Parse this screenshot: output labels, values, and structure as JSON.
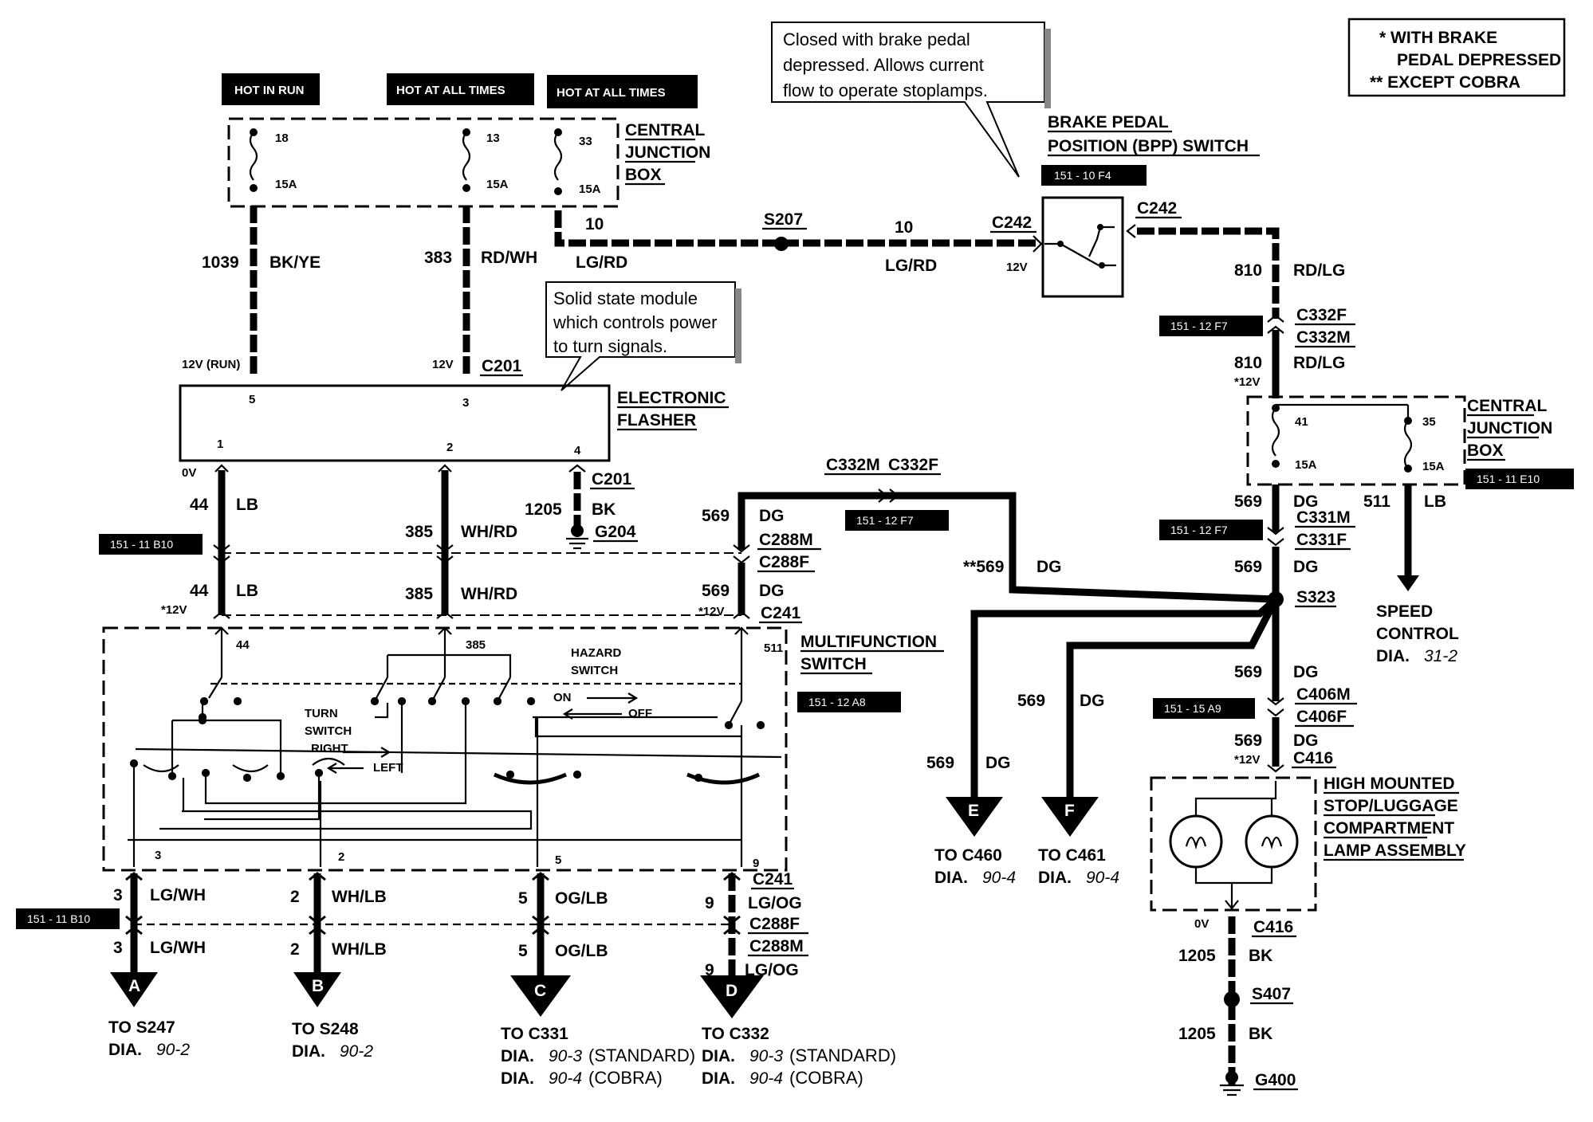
{
  "power_labels": {
    "hot_in_run": "HOT IN RUN",
    "hot_at_all_times_1": "HOT AT ALL TIMES",
    "hot_at_all_times_2": "HOT AT ALL TIMES"
  },
  "legend": {
    "line1": "*  WITH BRAKE",
    "line2": "PEDAL DEPRESSED",
    "line3": "**  EXCEPT COBRA"
  },
  "callouts": {
    "brake": [
      "Closed with brake pedal",
      "depressed. Allows current",
      "flow to operate stoplamps."
    ],
    "flasher": [
      "Solid state module",
      "which controls power",
      "to turn signals."
    ]
  },
  "components": {
    "cjb_top": [
      "CENTRAL",
      "JUNCTION",
      "BOX"
    ],
    "bpp": [
      "BRAKE PEDAL",
      "POSITION (BPP) SWITCH"
    ],
    "flasher": [
      "ELECTRONIC",
      "FLASHER"
    ],
    "multifunction": [
      "MULTIFUNCTION",
      "SWITCH"
    ],
    "cjb_right": [
      "CENTRAL",
      "JUNCTION",
      "BOX"
    ],
    "hmsl": [
      "HIGH  MOUNTED",
      "STOP/LUGGAGE",
      "COMPARTMENT",
      "LAMP ASSEMBLY"
    ],
    "hazard": [
      "HAZARD",
      "SWITCH"
    ],
    "turn": [
      "TURN",
      "SWITCH",
      "RIGHT",
      "LEFT"
    ],
    "on": "ON",
    "off": "OFF"
  },
  "fuses": [
    {
      "num": "18",
      "amp": "15A"
    },
    {
      "num": "13",
      "amp": "15A"
    },
    {
      "num": "33",
      "amp": "15A"
    },
    {
      "num": "41",
      "amp": "15A"
    },
    {
      "num": "35",
      "amp": "15A"
    }
  ],
  "ref_tags": [
    "151 - 10  F4",
    "151 - 12  F7",
    "151 - 11  B10",
    "151 - 12  F7",
    "151 - 11  E10",
    "151 - 12  F7",
    "151 - 12  A8",
    "151 - 15  A9",
    "151 - 11  B10"
  ],
  "circuits": {
    "c1039": "1039",
    "bkye": "BK/YE",
    "c383": "383",
    "rdwh": "RD/WH",
    "c10a": "10",
    "lgrd_a": "LG/RD",
    "s207": "S207",
    "c10b": "10",
    "lgrd_b": "LG/RD",
    "c242a": "C242",
    "v12_bpp": "12V",
    "c242b": "C242",
    "c810a": "810",
    "rdlg_a": "RD/LG",
    "c332f_r": "C332F",
    "c332m_r": "C332M",
    "c810b": "810",
    "rdlg_b": "RD/LG",
    "v12_star": "*12V",
    "v12run": "12V (RUN)",
    "v12": "12V",
    "c201a": "C201",
    "pin5": "5",
    "pin3": "3",
    "pin1": "1",
    "pin2": "2",
    "pin4": "4",
    "v0": "0V",
    "c44a": "44",
    "lb_a": "LB",
    "c385a": "385",
    "whrd_a": "WH/RD",
    "c201b": "C201",
    "c1205a": "1205",
    "bk_a": "BK",
    "g204": "G204",
    "c332m_mid": "C332M",
    "c332f_mid": "C332F",
    "c569a": "569",
    "dg_a": "DG",
    "c288m": "C288M",
    "c288f": "C288F",
    "c44b": "44",
    "lb_b": "LB",
    "v12s_a": "*12V",
    "c385b": "385",
    "whrd_b": "WH/RD",
    "c569b": "569",
    "dg_b": "DG",
    "v12s_b": "*12V",
    "c241a": "C241",
    "p44": "44",
    "p385": "385",
    "p511": "511",
    "c569c": "**569",
    "dg_c": "DG",
    "c569d": "569",
    "dg_d": "DG",
    "c569e": "569",
    "dg_e": "DG",
    "c569f": "569",
    "dg_f": "DG",
    "c331m": "C331M",
    "c331f": "C331F",
    "c511": "511",
    "lb_r": "LB",
    "c569g": "569",
    "dg_g": "DG",
    "s323": "S323",
    "speed": [
      "SPEED",
      "CONTROL",
      "DIA."
    ],
    "speed_dia": "31-2",
    "c569h": "569",
    "dg_h": "DG",
    "c406m": "C406M",
    "c406f": "C406F",
    "c569i": "569",
    "dg_i": "DG",
    "v12s_c": "*12V",
    "c416a": "C416",
    "v0b": "0V",
    "c416b": "C416",
    "c1205b": "1205",
    "bk_b": "BK",
    "s407": "S407",
    "c1205c": "1205",
    "bk_c": "BK",
    "g400": "G400",
    "p3": "3",
    "p2": "2",
    "p5": "5",
    "p9": "9",
    "w3a": "3",
    "lgwh_a": "LG/WH",
    "w2a": "2",
    "whlb_a": "WH/LB",
    "w5a": "5",
    "oglb_a": "OG/LB",
    "w9a": "9",
    "lgog_a": "LG/OG",
    "c241b": "C241",
    "c288f_b": "C288F",
    "c288m_b": "C288M",
    "w3b": "3",
    "lgwh_b": "LG/WH",
    "w2b": "2",
    "whlb_b": "WH/LB",
    "w5b": "5",
    "oglb_b": "OG/LB",
    "w9b": "9",
    "lgog_b": "LG/OG"
  },
  "connectors": [
    {
      "letter": "A",
      "to": "TO S247",
      "dia": "DIA.",
      "dia_num": "90-2",
      "note": ""
    },
    {
      "letter": "B",
      "to": "TO S248",
      "dia": "DIA.",
      "dia_num": "90-2",
      "note": ""
    },
    {
      "letter": "C",
      "to": "TO C331",
      "dia": "DIA.",
      "dia_num": "90-3",
      "note": "(STANDARD)",
      "dia2": "DIA.",
      "dia2_num": "90-4",
      "note2": "(COBRA)"
    },
    {
      "letter": "D",
      "to": "TO C332",
      "dia": "DIA.",
      "dia_num": "90-3",
      "note": "(STANDARD)",
      "dia2": "DIA.",
      "dia2_num": "90-4",
      "note2": "(COBRA)"
    },
    {
      "letter": "E",
      "to": "TO C460",
      "dia": "DIA.",
      "dia_num": "90-4",
      "note": ""
    },
    {
      "letter": "F",
      "to": "TO C461",
      "dia": "DIA.",
      "dia_num": "90-4",
      "note": ""
    }
  ]
}
